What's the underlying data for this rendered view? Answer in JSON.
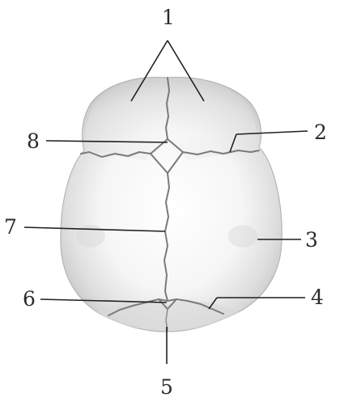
{
  "figure": {
    "labels": {
      "l1": "1",
      "l2": "2",
      "l3": "3",
      "l4": "4",
      "l5": "5",
      "l6": "6",
      "l7": "7",
      "l8": "8"
    }
  }
}
